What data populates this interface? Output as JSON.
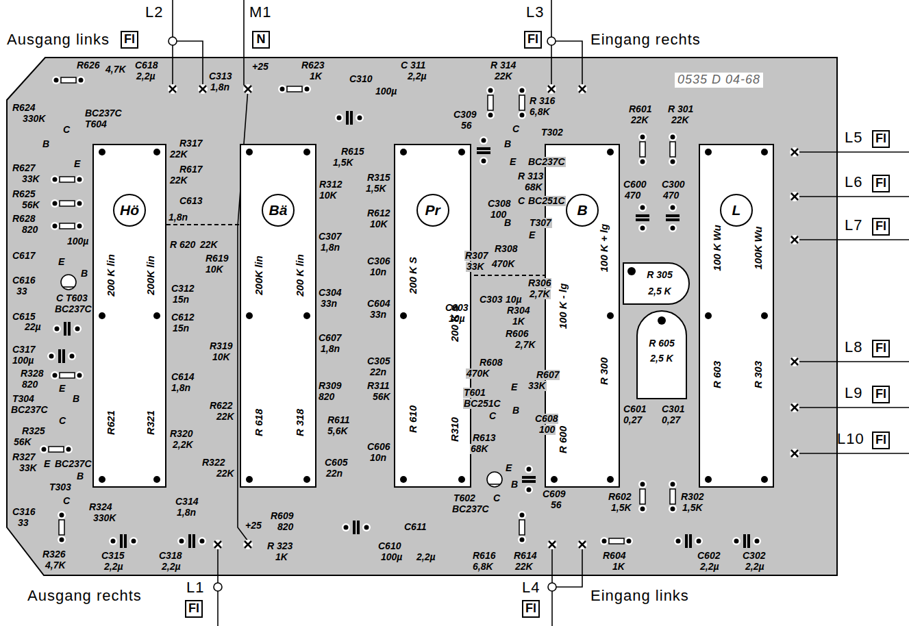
{
  "diagram": {
    "nodes": [
      {
        "text": [
          "Fl"
        ]
      },
      {
        "text": [
          "N"
        ]
      },
      {
        "text": [
          "Fl"
        ]
      },
      {
        "text": [
          "200 K lin",
          "R621",
          "200K lin",
          "R321"
        ]
      },
      {
        "text": [
          "Hö"
        ],
        "in": 3
      },
      {
        "text": [
          "200K lin",
          "R 618",
          "200 K lin",
          "R 318"
        ]
      },
      {
        "text": [
          "Bä"
        ],
        "in": 5
      },
      {
        "text": [
          "200 K S",
          "R 610",
          "200 K S",
          "R310"
        ]
      },
      {
        "text": [
          "Pr"
        ],
        "in": 7
      },
      {
        "text": [
          "100 K - lg",
          "R 600",
          "100 K + lg",
          "R 300"
        ]
      },
      {
        "text": [
          "B"
        ],
        "in": 9
      },
      {
        "text": [
          "R 305",
          "2,5 K"
        ]
      },
      {
        "text": [
          "100 K Wu",
          "R 603",
          "100K Wu",
          "R 303"
        ]
      },
      {
        "text": [
          "L"
        ],
        "in": 12
      },
      {
        "text": [
          "Fl"
        ]
      },
      {
        "text": [
          "Fl"
        ]
      },
      {
        "text": [
          "Fl"
        ]
      },
      {
        "text": [
          "R 605",
          "2,5 K"
        ]
      },
      {
        "text": [
          "Fl"
        ]
      },
      {
        "text": [
          "Fl"
        ]
      },
      {
        "text": [
          "Fl"
        ]
      },
      {
        "text": [
          "Fl"
        ]
      },
      {
        "text": [
          "Fl"
        ]
      }
    ],
    "labels": [
      "L2",
      "Ausgang links",
      "M1",
      "L3",
      "Eingang rechts",
      "L5",
      "L6",
      "L7",
      "L8",
      "L9",
      "L10",
      "Ausgang rechts",
      "L1",
      "L4",
      "Eingang links",
      "0535 D 04-68",
      "R626",
      "4,7K",
      "C618",
      "2,2µ",
      "C313",
      "1,8n",
      "+25",
      "R623",
      "1K",
      "C 311",
      "2,2µ",
      "C310",
      "100µ",
      "R 314",
      "22K",
      "R 316",
      "6,8K",
      "C309",
      "56",
      "C",
      "T302",
      "B",
      "E",
      "BC237C",
      "R601",
      "22K",
      "R 301",
      "22K",
      "R624",
      "330K",
      "BC237C",
      "T604",
      "C",
      "B",
      "E",
      "R627",
      "33K",
      "R625",
      "56K",
      "R628",
      "820",
      "C617",
      "100µ",
      "C616",
      "33",
      "E",
      "B",
      "C",
      "T603",
      "BC237C",
      "C615",
      "22µ",
      "C317",
      "100µ",
      "R328",
      "820",
      "E",
      "T304",
      "B",
      "BC237C",
      "C",
      "R325",
      "56K",
      "R327",
      "33K",
      "E",
      "BC237C",
      "T303",
      "B",
      "C",
      "C316",
      "33",
      "R324",
      "330K",
      "R326",
      "4,7K",
      "C315",
      "2,2µ",
      "C318",
      "2,2µ",
      "R317",
      "22K",
      "R617",
      "22K",
      "C613",
      "1,8n",
      "R 620",
      "22K",
      "R619",
      "10K",
      "C312",
      "15n",
      "C612",
      "15n",
      "R319",
      "10K",
      "C614",
      "1,8n",
      "R622",
      "22K",
      "R320",
      "2,2K",
      "R322",
      "22K",
      "C314",
      "1,8n",
      "+25",
      "R615",
      "1,5K",
      "R315",
      "1,5K",
      "R312",
      "10K",
      "R612",
      "10K",
      "C307",
      "1,8n",
      "C306",
      "10n",
      "C304",
      "33n",
      "C604",
      "33n",
      "C607",
      "1,8n",
      "C305",
      "22n",
      "R309",
      "820",
      "R311",
      "56K",
      "R611",
      "5,6K",
      "C606",
      "10n",
      "C605",
      "22n",
      "R609",
      "820",
      "R 323",
      "1K",
      "C610",
      "100µ",
      "C611",
      "2,2µ",
      "R616",
      "6,8K",
      "R614",
      "22K",
      "R 313",
      "68K",
      "C308",
      "100",
      "C",
      "BC251C",
      "B",
      "T307",
      "E",
      "R307",
      "33K",
      "R308",
      "470K",
      "R306",
      "2,7K",
      "C303",
      "10µ",
      "R304",
      "1K",
      "C603",
      "10µ",
      "R606",
      "2,7K",
      "R608",
      "470K",
      "R607",
      "33K",
      "E",
      "T601",
      "BC251C",
      "C",
      "B",
      "C608",
      "100",
      "R613",
      "68K",
      "E",
      "B",
      "C",
      "T602",
      "BC237C",
      "C609",
      "56",
      "C600",
      "470",
      "C300",
      "470",
      "C601",
      "0,27",
      "C301",
      "0,27",
      "R602",
      "1,5K",
      "R302",
      "1,5K",
      "R604",
      "1K",
      "C602",
      "2,2µ",
      "C302",
      "2,2µ"
    ]
  }
}
